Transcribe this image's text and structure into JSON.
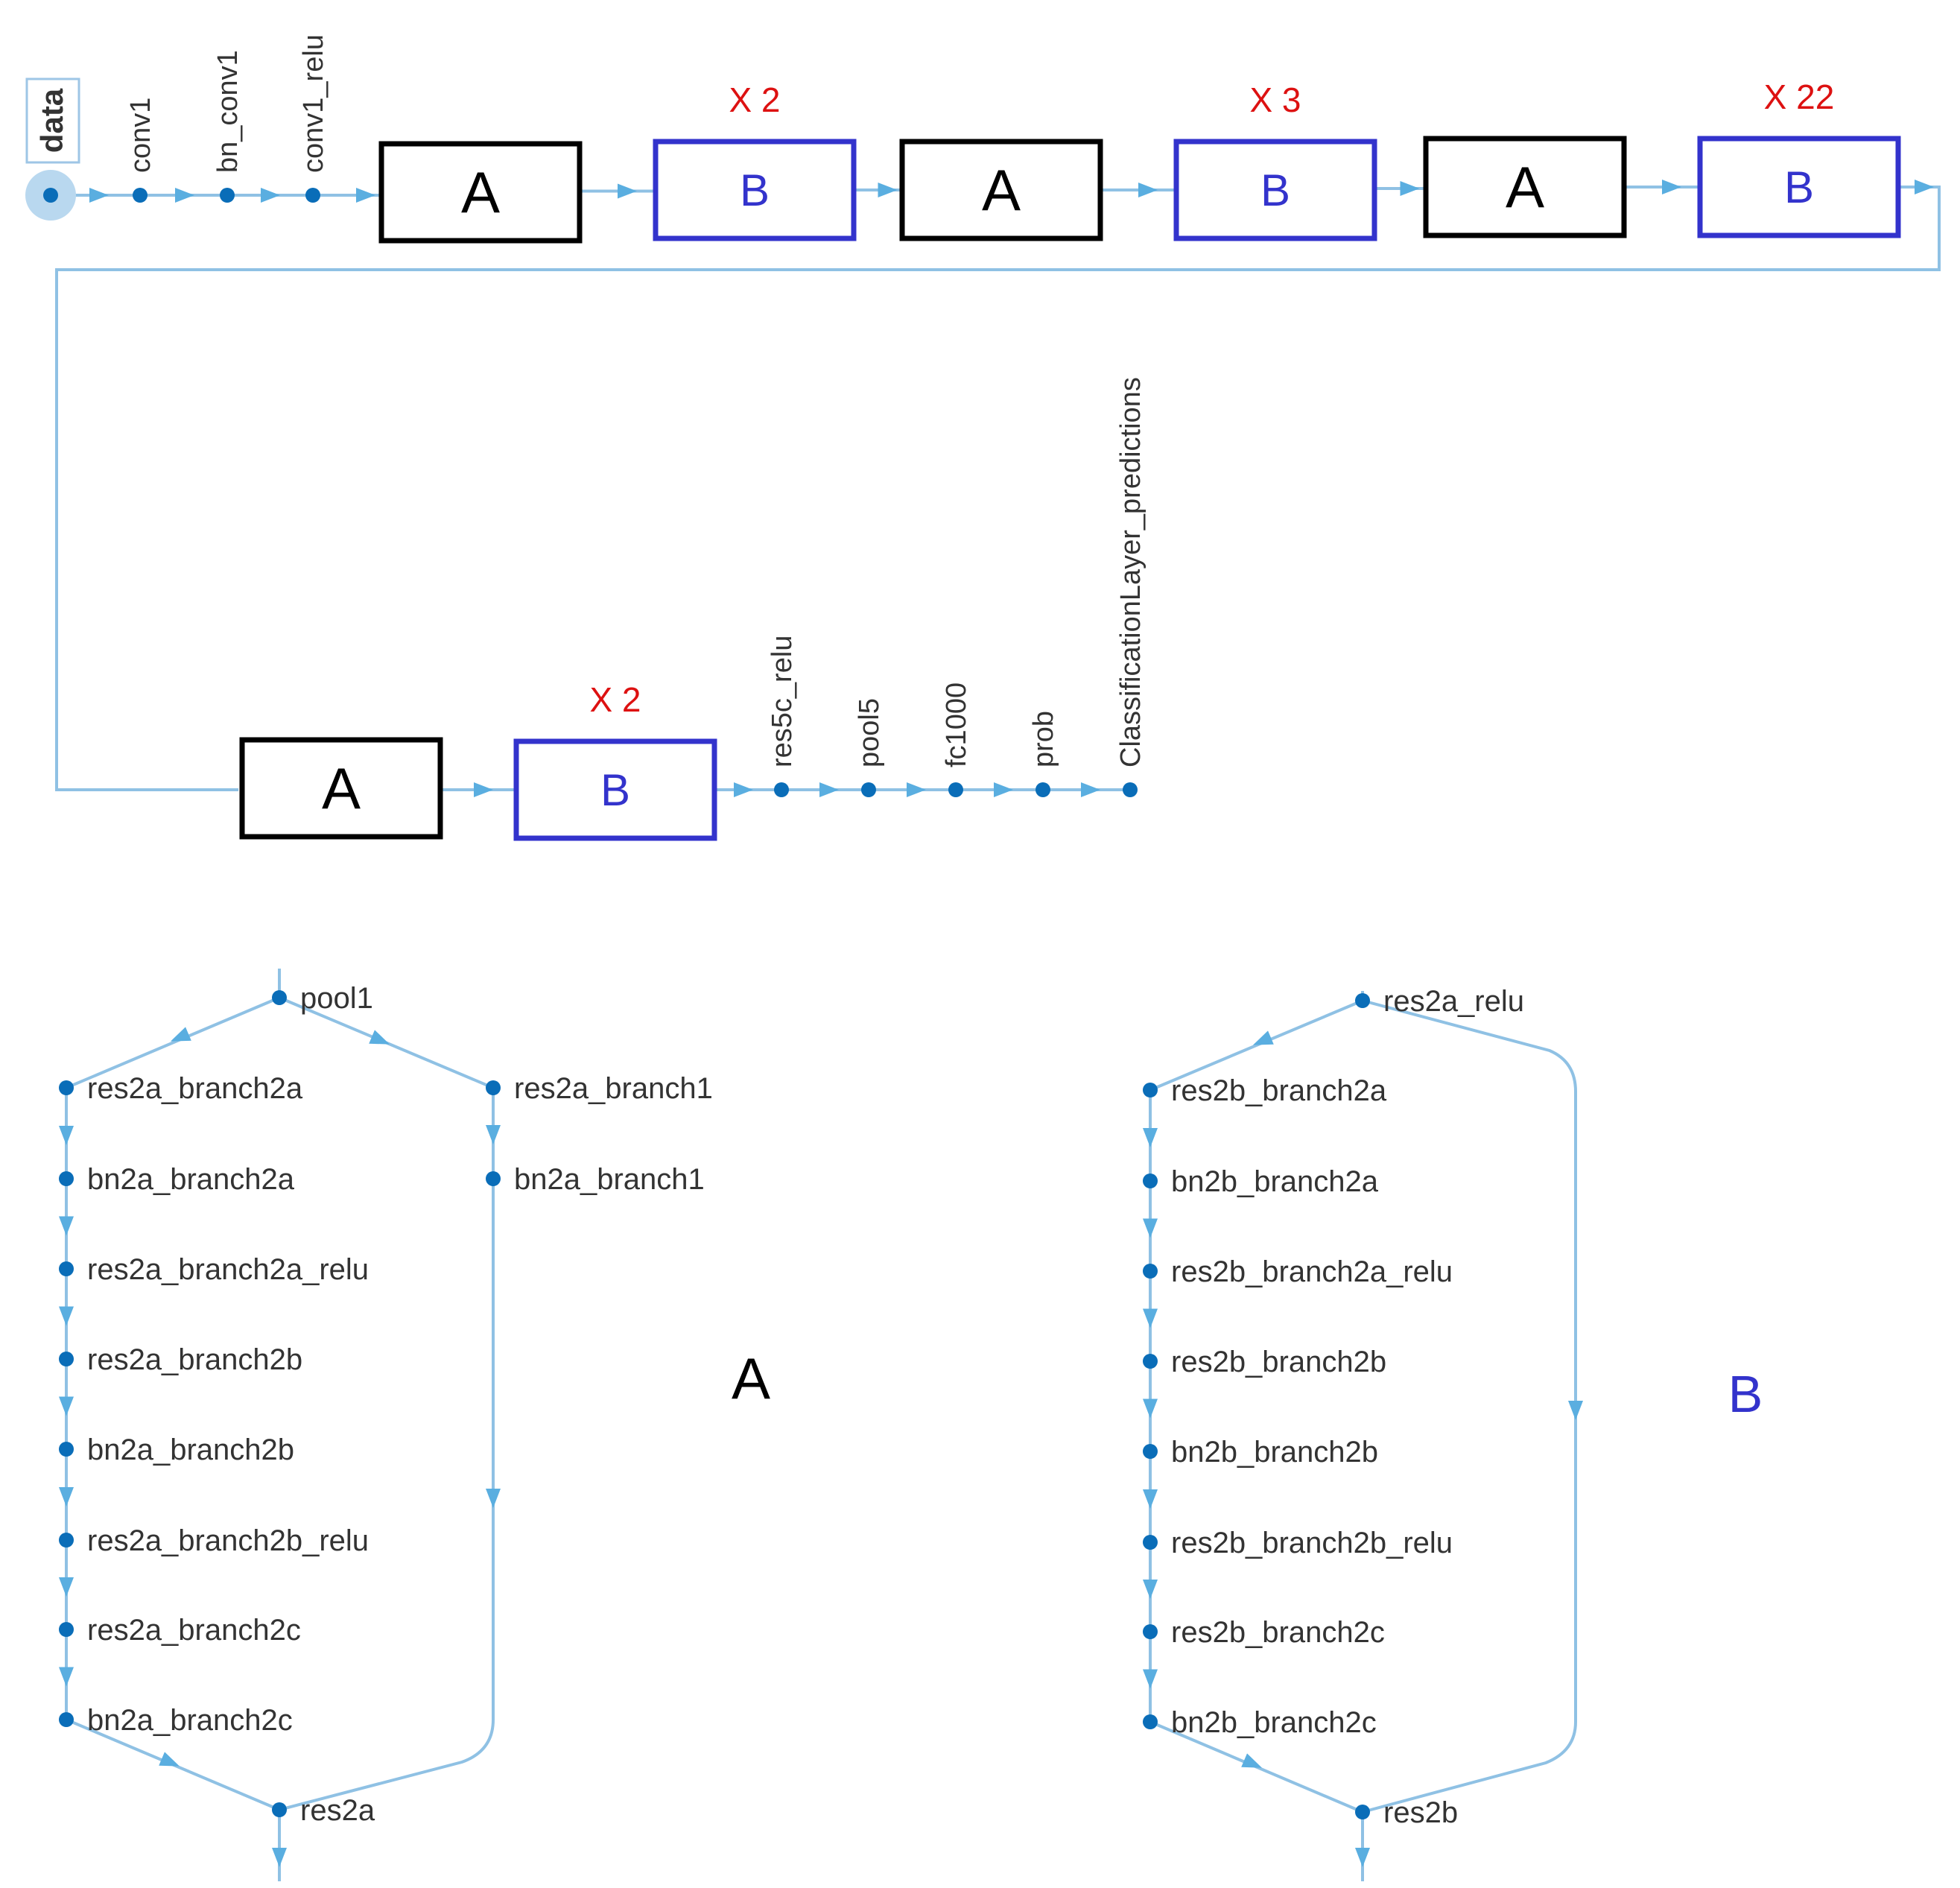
{
  "top_row": {
    "input": "data",
    "layers": [
      "conv1",
      "bn_conv1",
      "conv1_relu"
    ],
    "blocks": [
      {
        "type": "A",
        "label": "A",
        "repeat": ""
      },
      {
        "type": "B",
        "label": "B",
        "repeat": "X 2"
      },
      {
        "type": "A",
        "label": "A",
        "repeat": ""
      },
      {
        "type": "B",
        "label": "B",
        "repeat": "X 3"
      },
      {
        "type": "A",
        "label": "A",
        "repeat": ""
      },
      {
        "type": "B",
        "label": "B",
        "repeat": "X 22"
      }
    ]
  },
  "second_row": {
    "blocks": [
      {
        "type": "A",
        "label": "A",
        "repeat": ""
      },
      {
        "type": "B",
        "label": "B",
        "repeat": "X 2"
      }
    ],
    "layers": [
      "res5c_relu",
      "pool5",
      "fc1000",
      "prob",
      "ClassificationLayer_predictions"
    ]
  },
  "block_a": {
    "title": "A",
    "input": "pool1",
    "main_branch": [
      "res2a_branch2a",
      "bn2a_branch2a",
      "res2a_branch2a_relu",
      "res2a_branch2b",
      "bn2a_branch2b",
      "res2a_branch2b_relu",
      "res2a_branch2c",
      "bn2a_branch2c"
    ],
    "side_branch": [
      "res2a_branch1",
      "bn2a_branch1"
    ],
    "output": "res2a"
  },
  "block_b": {
    "title": "B",
    "input": "res2a_relu",
    "main_branch": [
      "res2b_branch2a",
      "bn2b_branch2a",
      "res2b_branch2a_relu",
      "res2b_branch2b",
      "bn2b_branch2b",
      "res2b_branch2b_relu",
      "res2b_branch2c",
      "bn2b_branch2c"
    ],
    "output": "res2b"
  },
  "colors": {
    "edge": "#8fc1e4",
    "node": "#0a6db8",
    "block_a_border": "#000000",
    "block_b_border": "#3333cc",
    "repeat_text": "#dd1111"
  }
}
